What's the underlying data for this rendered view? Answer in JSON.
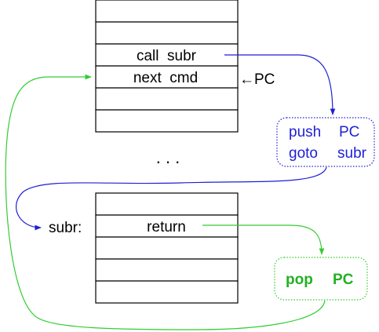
{
  "main_program": {
    "cells": [
      "",
      "",
      "call  subr",
      "next  cmd",
      "",
      ""
    ],
    "pc_label": "←PC"
  },
  "ellipsis": ". . .",
  "subroutine": {
    "entry_label": "subr:",
    "cells": [
      "",
      "return",
      "",
      "",
      ""
    ]
  },
  "call_action": {
    "line1_op": "push",
    "line1_arg": "PC",
    "line2_op": "goto",
    "line2_arg": "subr"
  },
  "return_action": {
    "op": "pop",
    "arg": "PC"
  },
  "colors": {
    "call_path": "#1f1fd6",
    "return_path": "#33cc33"
  }
}
